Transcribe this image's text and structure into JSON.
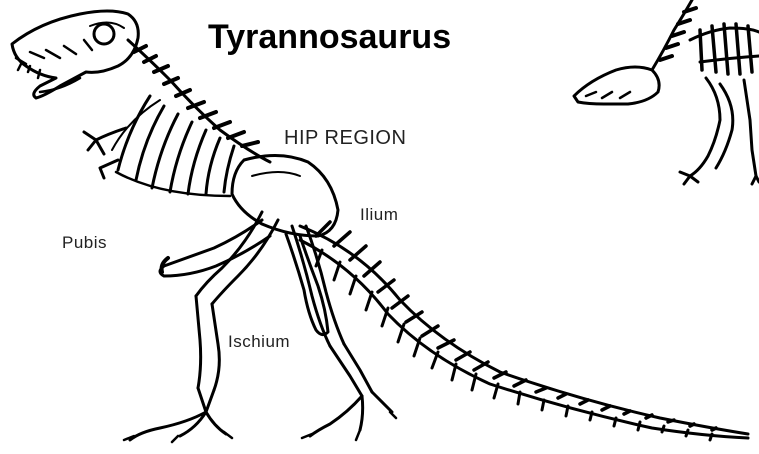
{
  "title": "Tyrannosaurus",
  "labels": {
    "hip_region": "HIP REGION",
    "ilium": "Ilium",
    "pubis": "Pubis",
    "ischium": "Ischium"
  },
  "colors": {
    "ink": "#000000",
    "background": "#ffffff"
  }
}
